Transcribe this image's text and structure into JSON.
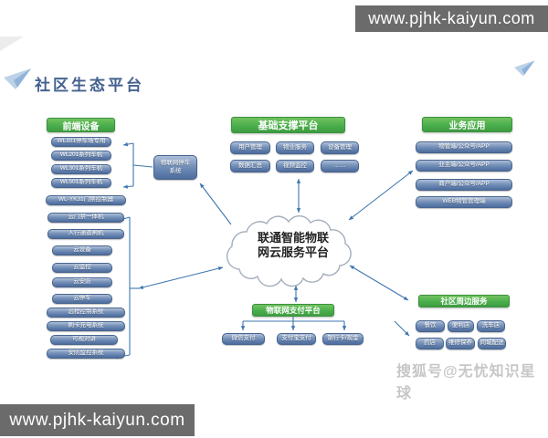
{
  "header_bar": {
    "url_top": "www.pjhk-kaiyun.com",
    "url_bottom": "www.pjhk-kaiyun.com"
  },
  "title": "社区生态平台",
  "watermark": "搜狐号@无忧知识星球",
  "cloud": {
    "line1": "联通智能物联",
    "line2": "网云服务平台"
  },
  "front_devices": {
    "header": "前端设备",
    "items": [
      "WL101停车场专用",
      "WL201系列车机",
      "WL301系列车机",
      "WL501系列车机",
      "WL-YK31门禁控制器",
      "云门禁一体机",
      "人行通道闸机",
      "云设备",
      "云监控",
      "云安防",
      "云停车",
      "远程控制系统",
      "刷卡充电系统",
      "可视对讲",
      "安防监控系统"
    ]
  },
  "parking_system": {
    "line1": "物联网停车",
    "line2": "系统"
  },
  "support_platform": {
    "header": "基础支撑平台",
    "items": [
      "用户管理",
      "物业服务",
      "设备管理",
      "数据汇总",
      "视频监控",
      "……"
    ]
  },
  "business_apps": {
    "header": "业务应用",
    "items": [
      "物管端/公众号/APP",
      "业主端/公众号/APP",
      "商户端/公众号/APP",
      "WEB物管管理端"
    ]
  },
  "payment_platform": {
    "header": "物联网支付平台",
    "items": [
      "微信支付",
      "支付宝支付",
      "银行卡/现金"
    ]
  },
  "community_services": {
    "header": "社区周边服务",
    "items": [
      "餐饮",
      "便利店",
      "洗车店",
      "药店",
      "维修保养",
      "同城配送"
    ]
  },
  "colors": {
    "green_header": "#4aae4d",
    "blue_box": "#6a87b2",
    "arrow": "#3e76b0",
    "bar_gray": "#6b6b6b"
  }
}
